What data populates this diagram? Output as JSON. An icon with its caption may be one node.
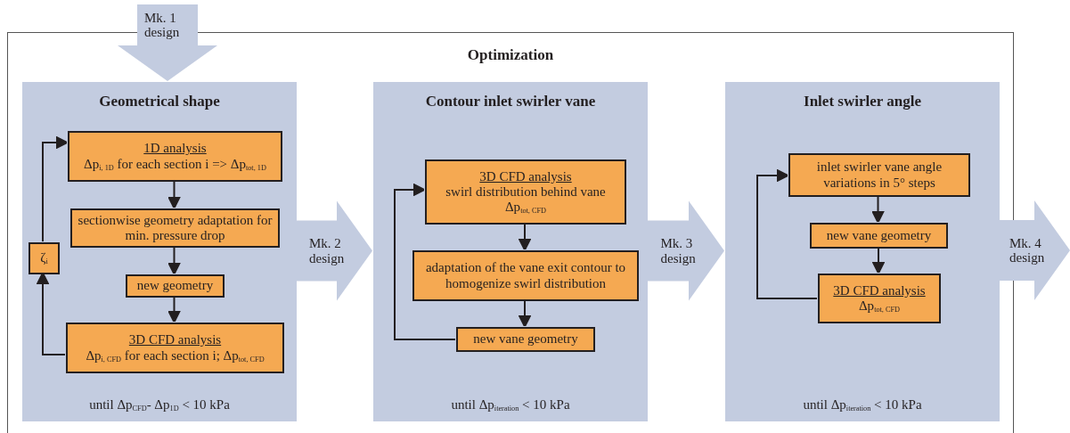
{
  "diagram": {
    "nodes": [
      {
        "text": [
          "Optimization"
        ]
      },
      {
        "text": [
          "Geometrical shape",
          "until Δp$_{CFD}$- Δp$_{1D}$ < 10 kPa"
        ],
        "in": 0
      },
      {
        "text": [
          "1D analysis",
          "Δp$_{i, 1D}$ for each section i => Δp$_{tot, 1D}$"
        ],
        "in": 1
      },
      {
        "text": [
          "sectionwise geometry adaptation for min. pressure drop"
        ],
        "in": 1
      },
      {
        "text": [
          "new geometry"
        ],
        "in": 1
      },
      {
        "text": [
          "3D CFD analysis",
          "Δp$_{i, CFD}$ for each section i; Δp$_{tot, CFD}$"
        ],
        "in": 1
      },
      {
        "text": [
          "ζ$_{i}$"
        ],
        "in": 1
      },
      {
        "text": [
          "Contour inlet swirler vane",
          "until Δp$_{iteration}$ < 10 kPa"
        ],
        "in": 0
      },
      {
        "text": [
          "3D CFD analysis",
          "swirl distribution behind vane",
          "Δp$_{tot, CFD}$"
        ],
        "in": 7
      },
      {
        "text": [
          "adaptation of the vane exit contour to homogenize swirl distribution"
        ],
        "in": 7
      },
      {
        "text": [
          "new vane geometry"
        ],
        "in": 7
      },
      {
        "text": [
          "Inlet swirler angle",
          "until Δp$_{iteration}$ < 10 kPa"
        ],
        "in": 0
      },
      {
        "text": [
          "inlet swirler vane angle variations in 5° steps"
        ],
        "in": 11
      },
      {
        "text": [
          "new vane geometry"
        ],
        "in": 11
      },
      {
        "text": [
          "3D CFD analysis",
          "Δp$_{tot, CFD}$"
        ],
        "in": 11
      }
    ],
    "edges": [
      {
        "from": null,
        "to": 1,
        "arrow": "to",
        "label": "Mk. 1 design",
        "style": "thick",
        "color": "#c3cce0"
      },
      {
        "from": 2,
        "to": 3,
        "arrow": "to"
      },
      {
        "from": 3,
        "to": 4,
        "arrow": "to"
      },
      {
        "from": 4,
        "to": 5,
        "arrow": "to"
      },
      {
        "from": 5,
        "to": 6,
        "arrow": "to"
      },
      {
        "from": 6,
        "to": 2,
        "arrow": "to"
      },
      {
        "from": 1,
        "to": 7,
        "arrow": "to",
        "label": "Mk. 2 design",
        "style": "thick",
        "color": "#c3cce0"
      },
      {
        "from": 8,
        "to": 9,
        "arrow": "to"
      },
      {
        "from": 9,
        "to": 10,
        "arrow": "to"
      },
      {
        "from": 10,
        "to": 8,
        "arrow": "to"
      },
      {
        "from": 7,
        "to": 11,
        "arrow": "to",
        "label": "Mk. 3 design",
        "style": "thick",
        "color": "#c3cce0"
      },
      {
        "from": 12,
        "to": 13,
        "arrow": "to"
      },
      {
        "from": 13,
        "to": 14,
        "arrow": "to"
      },
      {
        "from": 14,
        "to": 12,
        "arrow": "to"
      },
      {
        "from": 11,
        "to": null,
        "arrow": "to",
        "label": "Mk. 4 design",
        "style": "thick",
        "color": "#c3cce0"
      }
    ]
  }
}
